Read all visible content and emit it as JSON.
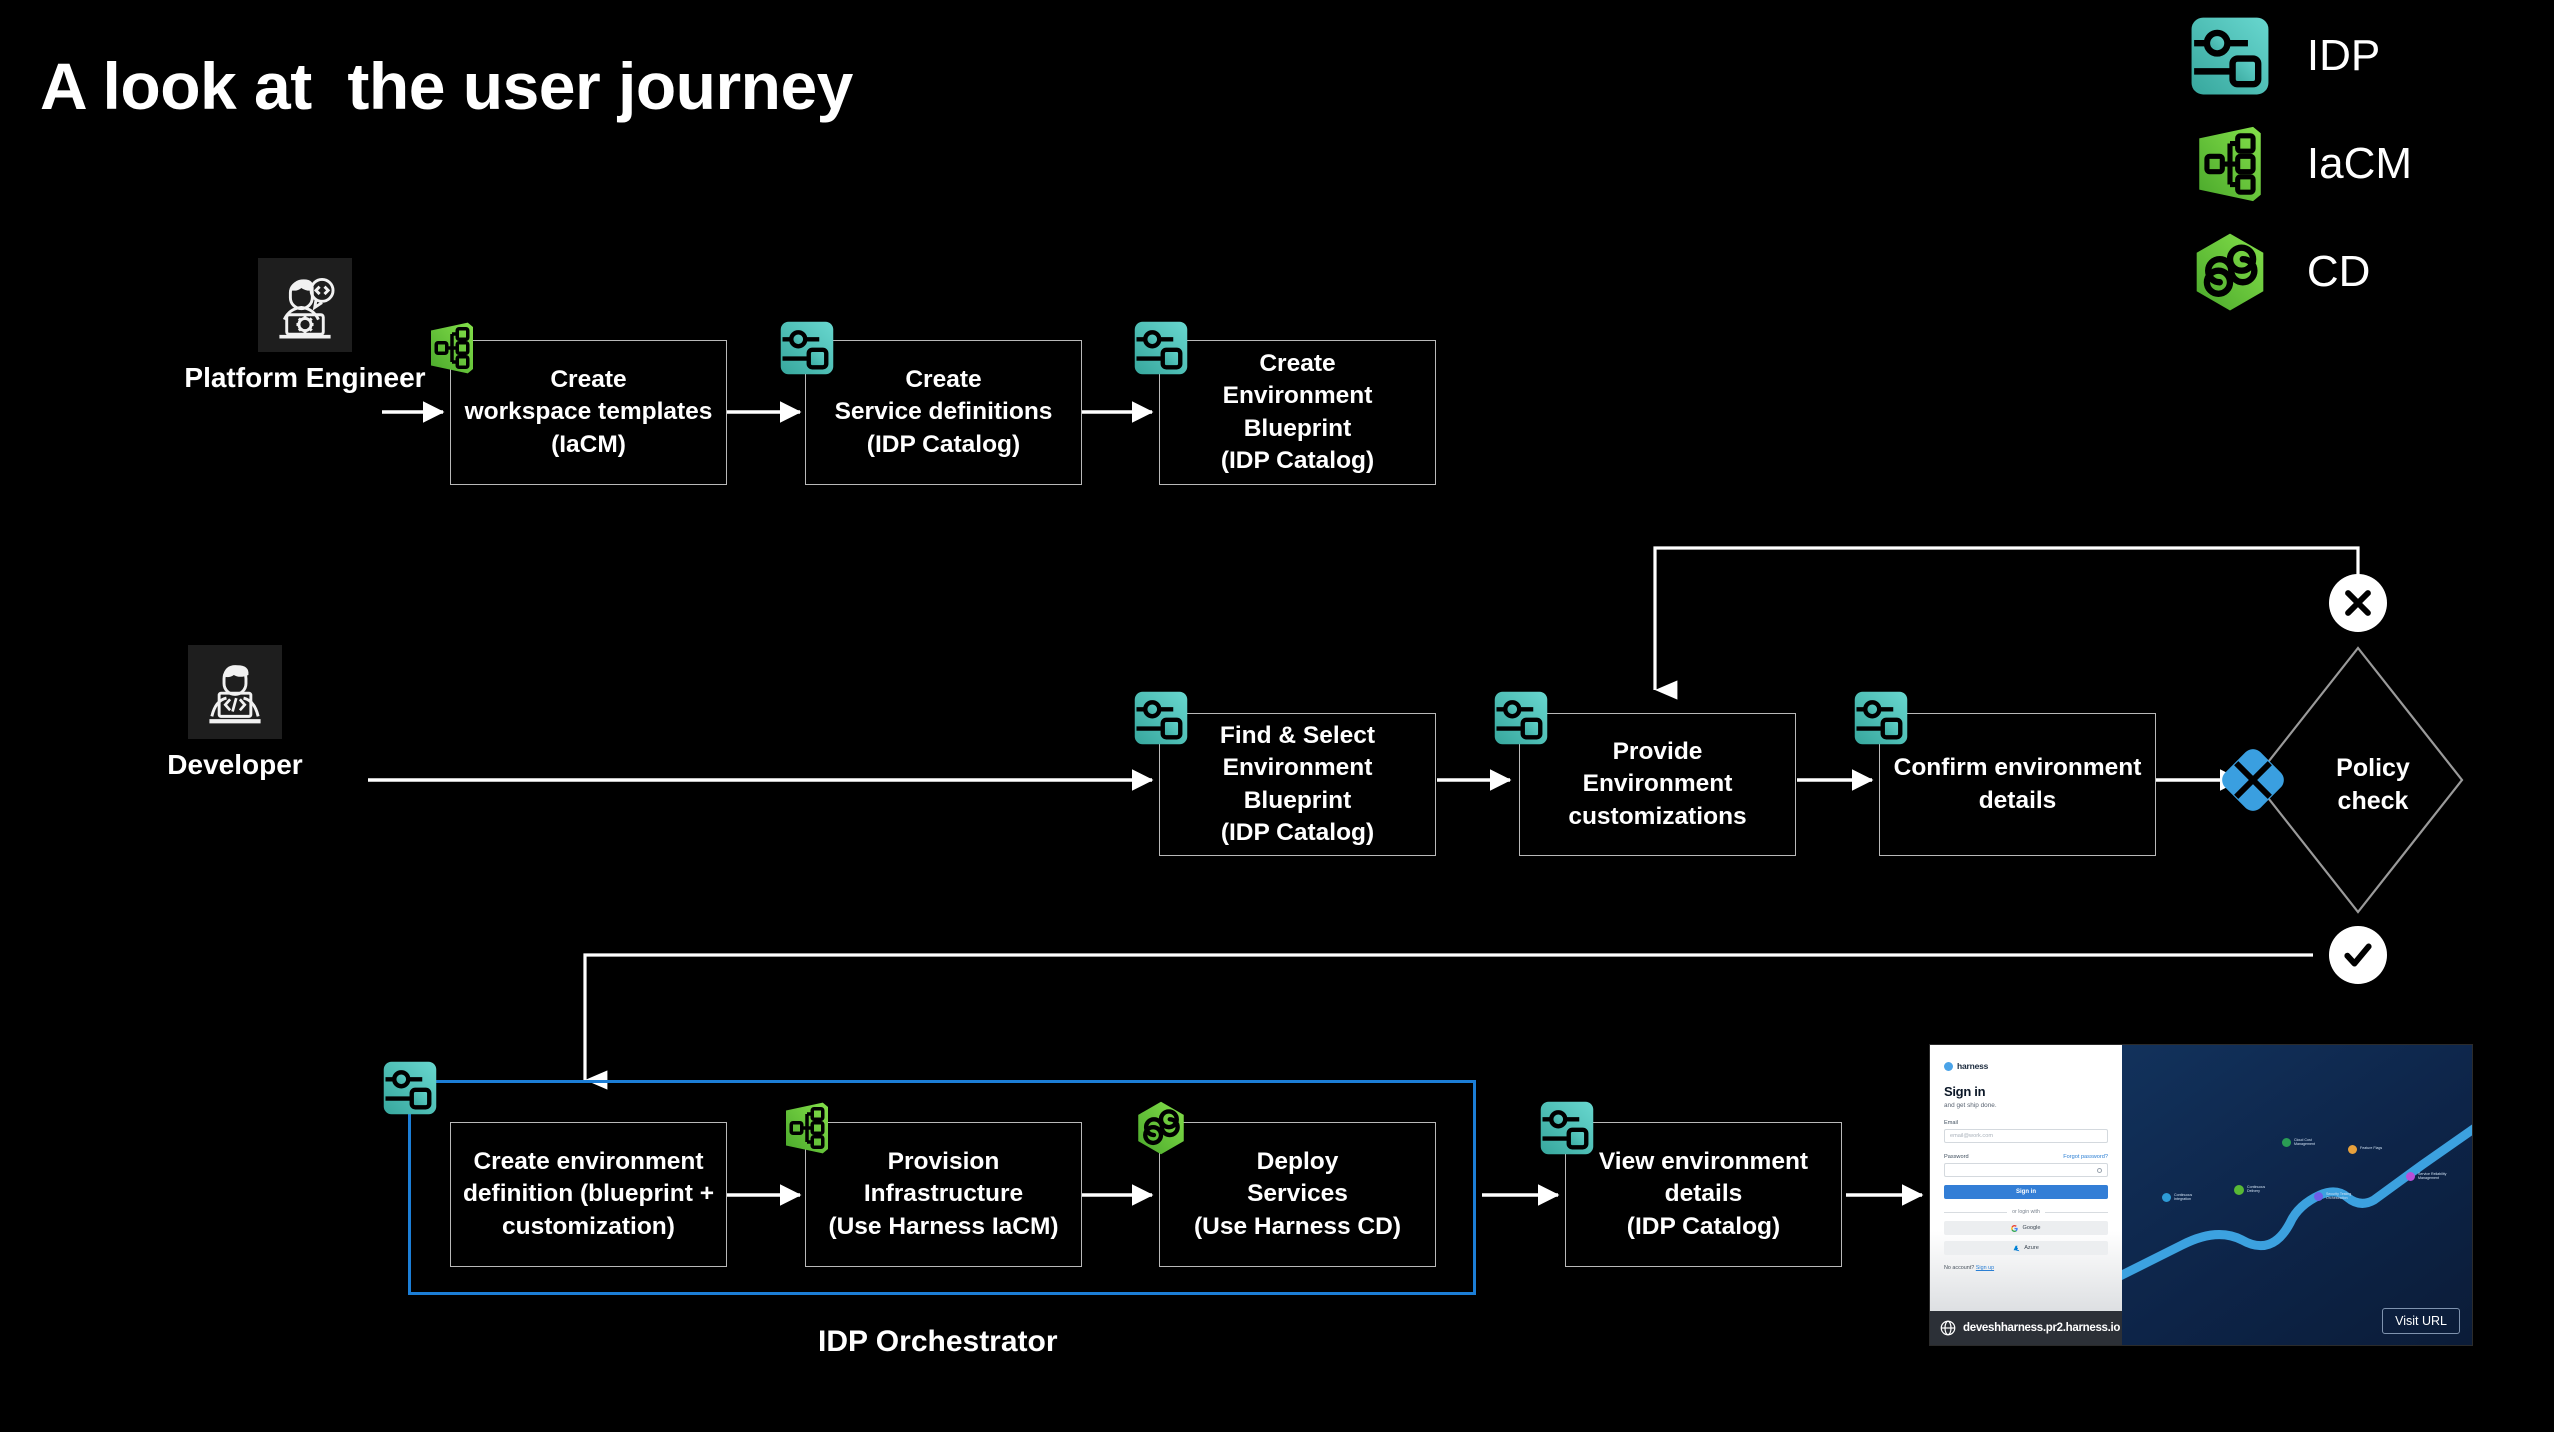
{
  "page": {
    "title": "A look at  the user journey",
    "background_color": "#000000"
  },
  "legend": {
    "items": [
      {
        "icon": "idp-icon",
        "label": "IDP",
        "color": "#4cc6bd"
      },
      {
        "icon": "iacm-icon",
        "label": "IaCM",
        "color": "#6dc838"
      },
      {
        "icon": "cd-icon",
        "label": "CD",
        "color": "#6dc838"
      }
    ]
  },
  "rows": {
    "platform_engineer": {
      "persona_label": "Platform Engineer",
      "persona_icon": "platform-engineer-icon",
      "steps": [
        {
          "icon": "iacm-icon",
          "text": "Create\nworkspace templates\n(IaCM)"
        },
        {
          "icon": "idp-icon",
          "text": "Create\nService definitions\n(IDP Catalog)"
        },
        {
          "icon": "idp-icon",
          "text": "Create\nEnvironment Blueprint\n(IDP Catalog)"
        }
      ]
    },
    "developer": {
      "persona_label": "Developer",
      "persona_icon": "developer-icon",
      "steps": [
        {
          "icon": "idp-icon",
          "text": "Find & Select\nEnvironment Blueprint\n(IDP Catalog)"
        },
        {
          "icon": "idp-icon",
          "text": "Provide\nEnvironment\ncustomizations"
        },
        {
          "icon": "idp-icon",
          "text": "Confirm environment\ndetails"
        }
      ],
      "decision": {
        "icon": "policy-opa-icon",
        "label": "Policy\ncheck",
        "fail_badge": "close-icon",
        "pass_badge": "check-icon"
      }
    },
    "orchestrator": {
      "container_label": "IDP Orchestrator",
      "container_icon": "idp-icon",
      "container_border_color": "#1c7ed6",
      "steps": [
        {
          "icon": null,
          "text": "Create environment\ndefinition (blueprint +\ncustomization)"
        },
        {
          "icon": "iacm-icon",
          "text": "Provision\nInfrastructure\n(Use Harness IaCM)"
        },
        {
          "icon": "cd-icon",
          "text": "Deploy\nServices\n(Use Harness CD)"
        }
      ],
      "outside_step": {
        "icon": "idp-icon",
        "text": "View environment\ndetails\n(IDP Catalog)"
      }
    }
  },
  "screenshot": {
    "brand": "harness",
    "heading": "Sign in",
    "subheading": "and get ship done.",
    "email_label": "Email",
    "email_placeholder": "email@work.com",
    "password_label": "Password",
    "forgot_link": "Forgot password?",
    "signin_button": "Sign in",
    "divider_text": "or login with",
    "oauth": [
      "Google",
      "Azure"
    ],
    "footer_text": "No account?",
    "footer_link": "Sign up",
    "url": "deveshharness.pr2.harness.io",
    "visit_button": "Visit URL",
    "url_icon": "globe-icon",
    "modules": [
      "Continuous\nIntegration",
      "Continuous\nDelivery",
      "Cloud Cost\nManagement",
      "Feature Flags",
      "Security Testing\nOrchestration",
      "Service Reliability\nManagement"
    ]
  }
}
